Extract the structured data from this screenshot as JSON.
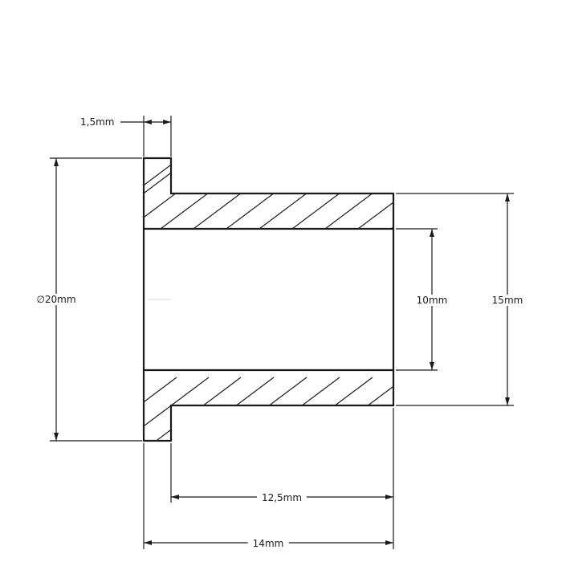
{
  "drawing": {
    "type": "technical-section-drawing",
    "subject": "flanged bushing cross-section",
    "colors": {
      "outline": "#1a1a1a",
      "hatch": "#1a1a1a",
      "dimension": "#1a1a1a",
      "background": "#ffffff"
    }
  },
  "dimensions": {
    "flange_thickness": "1,5mm",
    "flange_diameter": "∅20mm",
    "inner_diameter": "10mm",
    "outer_diameter": "15mm",
    "tube_length": "12,5mm",
    "overall_length": "14mm"
  }
}
